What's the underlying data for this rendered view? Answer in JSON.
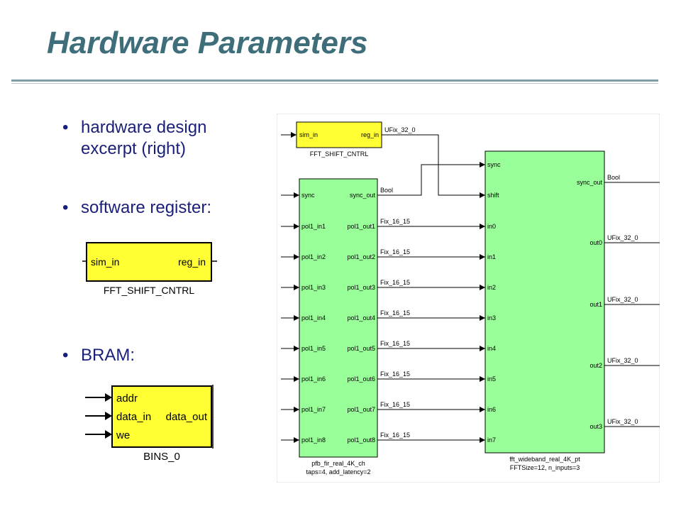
{
  "slide": {
    "title": "Hardware Parameters",
    "bullets": [
      {
        "line1": "hardware design",
        "line2": "excerpt (right)"
      },
      {
        "line1": "software register:"
      },
      {
        "line1": "BRAM:"
      }
    ]
  },
  "register_block": {
    "left_port": "sim_in",
    "right_port": "reg_in",
    "label": "FFT_SHIFT_CNTRL"
  },
  "bram_block": {
    "left_ports": [
      "addr",
      "data_in",
      "we"
    ],
    "right_port": "data_out",
    "label": "BINS_0"
  },
  "diagram": {
    "shift_ctrl": {
      "left_port": "sim_in",
      "right_port": "reg_in",
      "label": "FFT_SHIFT_CNTRL",
      "out_type": "UFix_32_0"
    },
    "pfb": {
      "inputs": [
        "sync",
        "pol1_in1",
        "pol1_in2",
        "pol1_in3",
        "pol1_in4",
        "pol1_in5",
        "pol1_in6",
        "pol1_in7",
        "pol1_in8"
      ],
      "outputs": [
        "sync_out",
        "pol1_out1",
        "pol1_out2",
        "pol1_out3",
        "pol1_out4",
        "pol1_out5",
        "pol1_out6",
        "pol1_out7",
        "pol1_out8"
      ],
      "label": "pfb_fir_real_4K_ch",
      "sublabel": "taps=4, add_latency=2",
      "sync_type": "Bool",
      "data_type": "Fix_16_15"
    },
    "fft": {
      "inputs": [
        "sync",
        "shift",
        "in0",
        "in1",
        "in2",
        "in3",
        "in4",
        "in5",
        "in6",
        "in7"
      ],
      "outputs": [
        "sync_out",
        "out0",
        "out1",
        "out2",
        "out3"
      ],
      "label": "fft_wideband_real_4K_pt",
      "sublabel": "FFTSize=12, n_inputs=3",
      "sync_type": "Bool",
      "out_type": "UFix_32_0"
    },
    "colors": {
      "block_yellow": "#ffff33",
      "block_green": "#99ff99",
      "wire": "#000000"
    }
  }
}
